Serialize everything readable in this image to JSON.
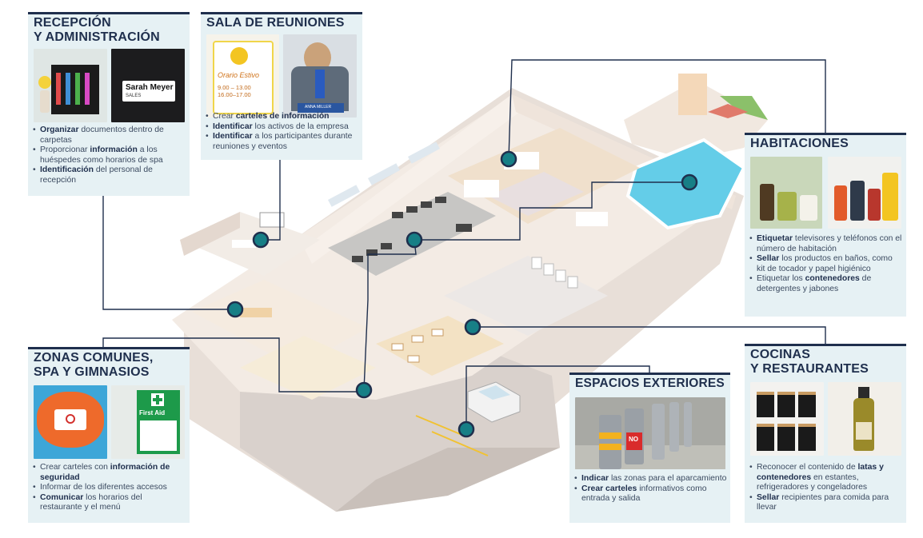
{
  "colors": {
    "panel_bg": "#e6f1f4",
    "title": "#1f2f4d",
    "marker": "#177f86",
    "line": "#1f2f4d"
  },
  "panels": {
    "reception": {
      "title": "RECEPCIÓN\nY ADMINISTRACIÓN",
      "photos": [
        "binders-photo",
        "name-badge-photo"
      ],
      "photo_texts": {
        "badge_name": "Sarah Meyer",
        "badge_dept": "SALES"
      },
      "bullets": [
        {
          "bold": "Organizar",
          "rest": " documentos dentro de carpetas"
        },
        {
          "pre": "Proporcionar ",
          "bold": "información",
          "rest": " a los huéspedes como horarios de spa"
        },
        {
          "bold": "Identificación",
          "rest": " del personal de recepción"
        }
      ]
    },
    "meeting": {
      "title": "SALA DE REUNIONES",
      "photos": [
        "schedule-sign-photo",
        "participant-badge-photo"
      ],
      "photo_texts": {
        "sign_title": "Orario Estivo",
        "sign_times": "9.00 – 13.00\n16.00–17.00",
        "badge_name": "ANNA MILLER"
      },
      "bullets": [
        {
          "pre": "Crear ",
          "bold": "carteles de información",
          "rest": ""
        },
        {
          "bold": "Identificar",
          "rest": " los activos de la empresa"
        },
        {
          "bold": "Identificar",
          "rest": " a los participantes durante reuniones y eventos"
        }
      ]
    },
    "rooms": {
      "title": "HABITACIONES",
      "photos": [
        "toiletries-photo",
        "detergents-photo"
      ],
      "bullets": [
        {
          "bold": "Etiquetar",
          "rest": " televisores y teléfonos con el número de habitación"
        },
        {
          "bold": "Sellar",
          "rest": " los productos en baños, como kit de tocador y papel higiénico"
        },
        {
          "pre": "Etiquetar los ",
          "bold": "contenedores",
          "rest": " de detergentes y jabones"
        }
      ]
    },
    "common": {
      "title": "ZONAS COMUNES,\nSPA Y GIMNASIOS",
      "photos": [
        "lifebuoy-photo",
        "first-aid-sign-photo"
      ],
      "photo_texts": {
        "first_aid": "First Aid"
      },
      "bullets": [
        {
          "pre": "Crear carteles con ",
          "bold": "información de seguridad",
          "rest": ""
        },
        {
          "pre": "",
          "bold": "",
          "rest": "Informar de los diferentes accesos"
        },
        {
          "bold": "Comunicar",
          "rest": " los horarios del restaurante y el menú"
        }
      ]
    },
    "outdoor": {
      "title": "ESPACIOS EXTERIORES",
      "photos": [
        "bollards-photo"
      ],
      "photo_texts": {
        "no_sign": "NO"
      },
      "bullets": [
        {
          "bold": "Indicar",
          "rest": " las zonas para el aparcamiento"
        },
        {
          "bold": "Crear carteles",
          "rest": " informativos como entrada y salida"
        }
      ]
    },
    "kitchen": {
      "title": "COCINAS\nY RESTAURANTES",
      "photos": [
        "canisters-photo",
        "olive-oil-photo"
      ],
      "bullets": [
        {
          "pre": "Reconocer el contenido de ",
          "bold": "latas y contenedores",
          "rest": " en estantes, refrigeradores y congeladores"
        },
        {
          "bold": "Sellar",
          "rest": " recipientes para comida para llevar"
        }
      ]
    }
  }
}
